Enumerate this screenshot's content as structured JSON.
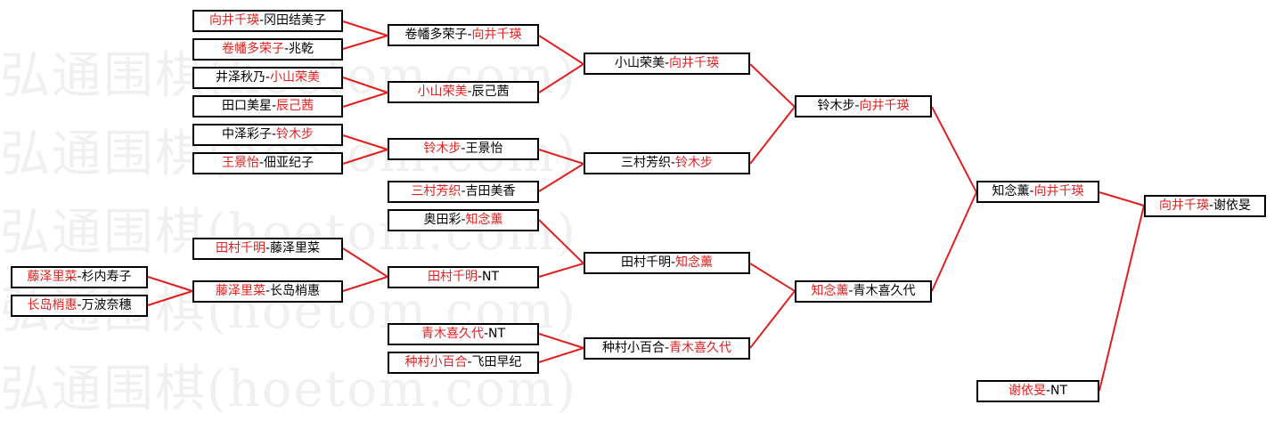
{
  "watermark": "弘通围棋(hoetom.com)",
  "colors": {
    "winner": "#e02020",
    "line": "#e02020",
    "border": "#000000"
  },
  "matches": {
    "r1": [
      {
        "a": "向井千瑛",
        "b": "冈田结美子",
        "winner": "a"
      },
      {
        "a": "卷幡多荣子",
        "b": "兆乾",
        "winner": "a"
      },
      {
        "a": "井泽秋乃",
        "b": "小山荣美",
        "winner": "b"
      },
      {
        "a": "田口美星",
        "b": "辰己茜",
        "winner": "b"
      },
      {
        "a": "中泽彩子",
        "b": "铃木步",
        "winner": "b"
      },
      {
        "a": "王景怡",
        "b": "佃亚纪子",
        "winner": "a"
      },
      {
        "a": "藤泽里菜",
        "b": "杉内寿子",
        "winner": "a"
      },
      {
        "a": "长岛梢惠",
        "b": "万波奈穗",
        "winner": "a"
      }
    ],
    "r2": [
      {
        "a": "三村芳织",
        "b": "吉田美香",
        "winner": "a"
      },
      {
        "a": "奥田彩",
        "b": "知念薰",
        "winner": "b"
      },
      {
        "a": "田村千明",
        "b": "NT",
        "winner": "a"
      },
      {
        "a": "藤泽里菜",
        "b": "长岛梢惠",
        "winner": "a"
      },
      {
        "a": "青木喜久代",
        "b": "NT",
        "winner": "a"
      },
      {
        "a": "种村小百合",
        "b": "飞田早纪",
        "winner": "a"
      }
    ],
    "r3": [
      {
        "a": "卷幡多荣子",
        "b": "向井千瑛",
        "winner": "b"
      },
      {
        "a": "小山荣美",
        "b": "辰己茜",
        "winner": "a"
      },
      {
        "a": "铃木步",
        "b": "王景怡",
        "winner": "a"
      },
      {
        "a": "田村千明",
        "b": "藤泽里菜",
        "winner": "a"
      }
    ],
    "r4": [
      {
        "a": "小山荣美",
        "b": "向井千瑛",
        "winner": "b"
      },
      {
        "a": "三村芳织",
        "b": "铃木步",
        "winner": "b"
      },
      {
        "a": "田村千明",
        "b": "知念薰",
        "winner": "b"
      },
      {
        "a": "种村小百合",
        "b": "青木喜久代",
        "winner": "b"
      }
    ],
    "r5": [
      {
        "a": "铃木步",
        "b": "向井千瑛",
        "winner": "b"
      },
      {
        "a": "知念薰",
        "b": "青木喜久代",
        "winner": "a"
      }
    ],
    "r6": [
      {
        "a": "知念薰",
        "b": "向井千瑛",
        "winner": "b"
      },
      {
        "a": "谢依旻",
        "b": "NT",
        "winner": "a"
      }
    ],
    "r7": [
      {
        "a": "向井千瑛",
        "b": "谢依旻",
        "winner": "a"
      }
    ]
  }
}
